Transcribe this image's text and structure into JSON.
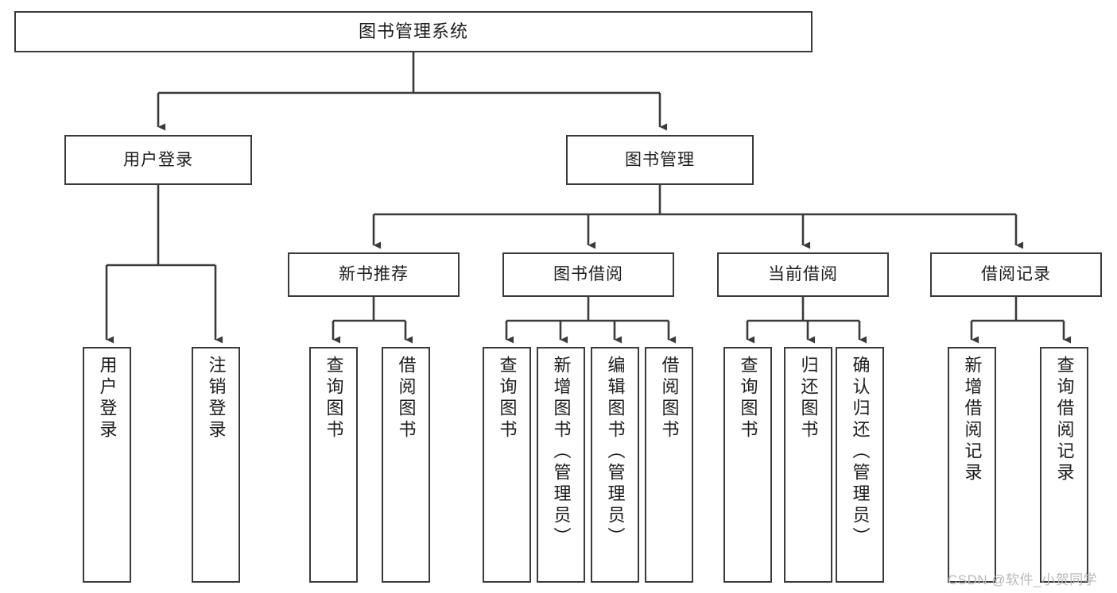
{
  "diagram": {
    "title": "图书管理系统",
    "type": "hierarchy-tree",
    "colors": {
      "box_border": "#3a3a3a",
      "box_fill": "#ffffff",
      "edge": "#3a3a3a",
      "text": "#1c1c1c",
      "watermark": "#b9b9b9"
    },
    "watermark": "CSDN @软件_小贺同学",
    "levels": {
      "level1": [
        {
          "id": "root",
          "label": "图书管理系统"
        }
      ],
      "level2": [
        {
          "id": "user-login",
          "label": "用户登录"
        },
        {
          "id": "book-manage",
          "label": "图书管理"
        }
      ],
      "level3": [
        {
          "id": "new-book-recommend",
          "label": "新书推荐"
        },
        {
          "id": "book-borrow",
          "label": "图书借阅"
        },
        {
          "id": "current-borrow",
          "label": "当前借阅"
        },
        {
          "id": "borrow-record",
          "label": "借阅记录"
        }
      ],
      "leaves": {
        "user-login": [
          {
            "id": "leaf-user-login",
            "label": "用户登录"
          },
          {
            "id": "leaf-user-logout",
            "label": "注销登录"
          }
        ],
        "new-book-recommend": [
          {
            "id": "leaf-query-book-1",
            "label": "查询图书"
          },
          {
            "id": "leaf-borrow-book-1",
            "label": "借阅图书"
          }
        ],
        "book-borrow": [
          {
            "id": "leaf-query-book-2",
            "label": "查询图书"
          },
          {
            "id": "leaf-add-book",
            "label": "新增图书（管理员）"
          },
          {
            "id": "leaf-edit-book",
            "label": "编辑图书（管理员）"
          },
          {
            "id": "leaf-borrow-book-2",
            "label": "借阅图书"
          }
        ],
        "current-borrow": [
          {
            "id": "leaf-query-book-3",
            "label": "查询图书"
          },
          {
            "id": "leaf-return-book",
            "label": "归还图书"
          },
          {
            "id": "leaf-confirm-return",
            "label": "确认归还（管理员）"
          }
        ],
        "borrow-record": [
          {
            "id": "leaf-add-record",
            "label": "新增借阅记录"
          },
          {
            "id": "leaf-query-record",
            "label": "查询借阅记录"
          }
        ]
      }
    }
  }
}
